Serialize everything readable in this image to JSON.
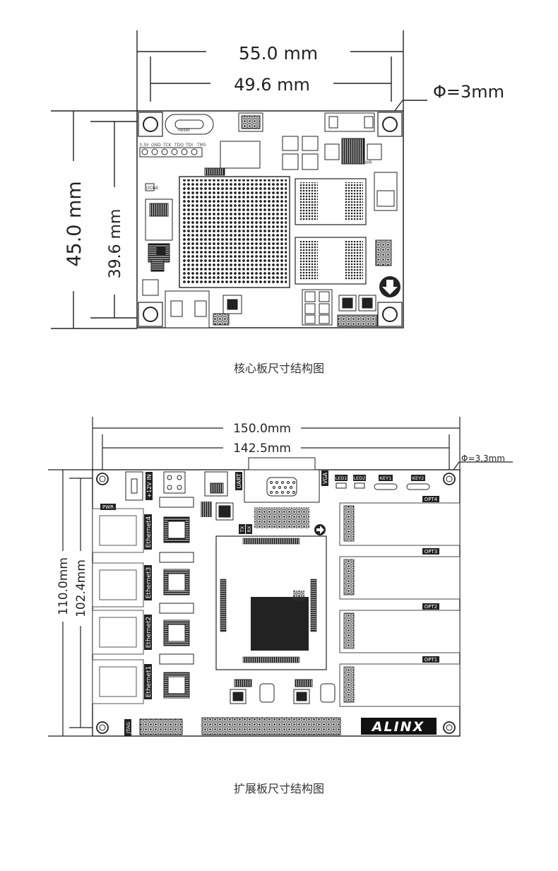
{
  "core": {
    "width_outer": "55.0 mm",
    "width_inner": "49.6 mm",
    "height_outer": "45.0 mm",
    "height_inner": "39.6 mm",
    "hole": "Φ=3mm",
    "caption": "核心板尺寸结构图",
    "silk": {
      "reset": "Reset",
      "power": "PWR",
      "done": "DONE",
      "header": [
        "3.3V",
        "GND",
        "TCK",
        "TDO",
        "TDI",
        "TMS"
      ]
    }
  },
  "ext": {
    "width_outer": "150.0mm",
    "width_inner": "142.5mm",
    "height_outer": "110.0mm",
    "height_inner": "102.4mm",
    "hole": "Φ=3.3mm",
    "caption": "扩展板尺寸结构图",
    "silk": {
      "power_in": "+12V IN",
      "uart": "UART",
      "vga": "VGA",
      "pwr": "PWR",
      "jtag": "JTAG",
      "tx": "TX",
      "rx": "RX",
      "leds": [
        "LED1",
        "LED2"
      ],
      "keys": [
        "KEY1",
        "KEY2"
      ],
      "opts": [
        "OPT4",
        "OPT3",
        "OPT2",
        "OPT1"
      ],
      "ethernet": [
        "Ethernet4",
        "Ethernet3",
        "Ethernet2",
        "Ethernet1"
      ],
      "logo": "ALINX"
    }
  }
}
